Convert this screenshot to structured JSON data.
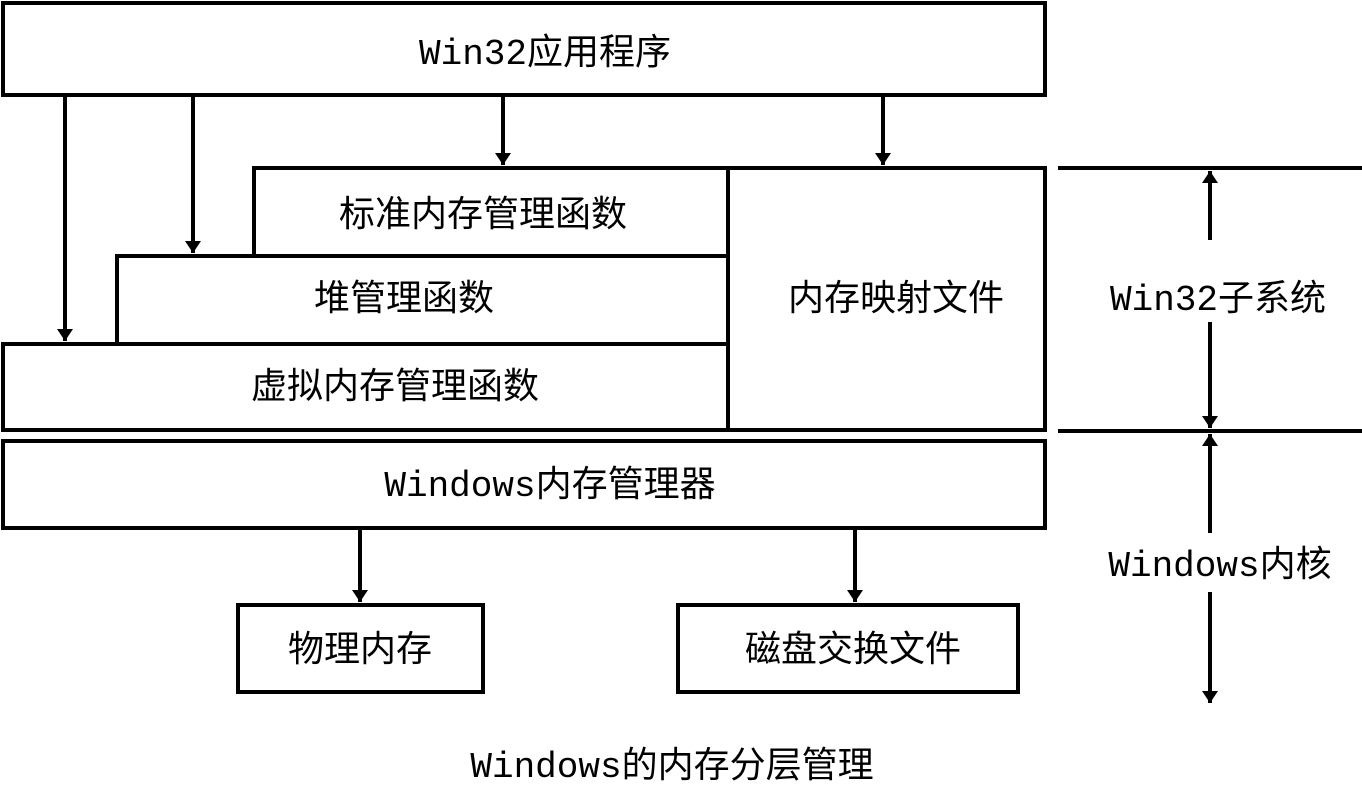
{
  "diagram": {
    "boxes": {
      "win32_app": "Win32应用程序",
      "std_mem_funcs": "标准内存管理函数",
      "heap_funcs": "堆管理函数",
      "virtual_mem_funcs": "虚拟内存管理函数",
      "mem_mapped_files": "内存映射文件",
      "windows_mem_manager": "Windows内存管理器",
      "physical_memory": "物理内存",
      "disk_swap_file": "磁盘交换文件"
    },
    "layers": {
      "win32_subsystem": "Win32子系统",
      "windows_kernel": "Windows内核"
    },
    "caption": "Windows的内存分层管理"
  }
}
